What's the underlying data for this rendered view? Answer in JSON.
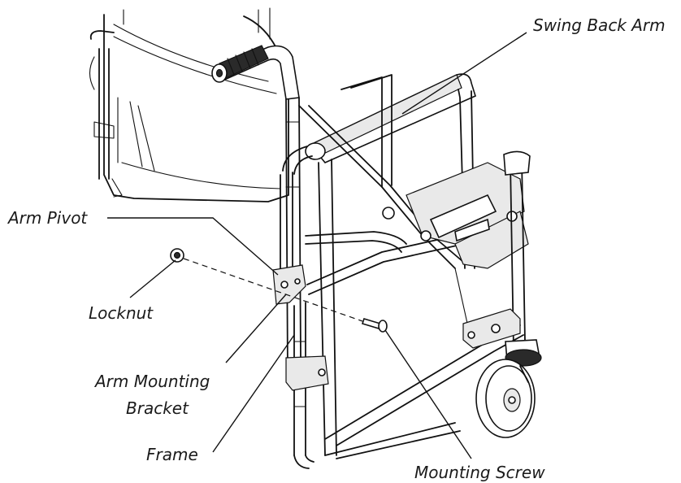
{
  "labels": {
    "swing_back_arm": "Swing Back Arm",
    "arm_pivot": "Arm Pivot",
    "locknut": "Locknut",
    "arm_mounting_bracket_line1": "Arm Mounting",
    "arm_mounting_bracket_line2": "Bracket",
    "frame": "Frame",
    "mounting_screw": "Mounting Screw"
  }
}
